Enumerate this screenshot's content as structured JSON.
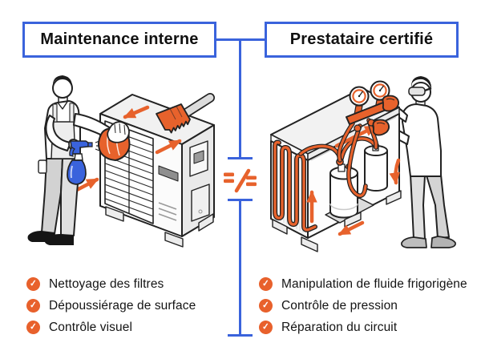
{
  "left": {
    "title": "Maintenance interne",
    "checklist": [
      "Nettoyage des filtres",
      "Dépoussiérage de surface",
      "Contrôle visuel"
    ]
  },
  "right": {
    "title": "Prestataire certifié",
    "checklist": [
      "Manipulation de fluide frigorigène",
      "Contrôle de pression",
      "Réparation du circuit"
    ]
  },
  "divider": {
    "symbol": "=/=",
    "meaning": "not-equal"
  },
  "icons": {
    "check": "✓"
  },
  "colors": {
    "accent_blue": "#3A63DC",
    "accent_orange": "#E7622C",
    "check_circle": "#E8612C",
    "outline": "#222222",
    "text": "#141414",
    "background": "#FFFFFF"
  }
}
